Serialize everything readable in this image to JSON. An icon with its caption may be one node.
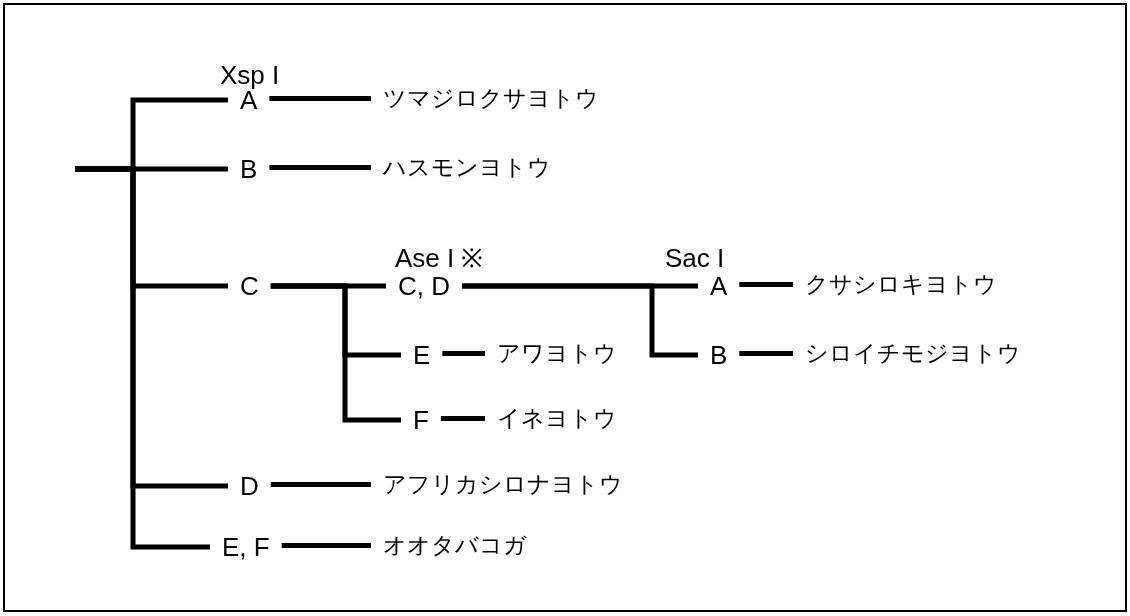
{
  "diagram": {
    "nodes": [
      {
        "text": [
          "A"
        ]
      },
      {
        "text": [
          "ツマジロクサヨトウ"
        ]
      },
      {
        "text": [
          "B"
        ]
      },
      {
        "text": [
          "ハスモンヨトウ"
        ]
      },
      {
        "text": [
          "C"
        ]
      },
      {
        "text": [
          "C, D"
        ]
      },
      {
        "text": [
          "A"
        ]
      },
      {
        "text": [
          "クサシロキヨトウ"
        ]
      },
      {
        "text": [
          "B"
        ]
      },
      {
        "text": [
          "シロイチモジヨトウ"
        ]
      },
      {
        "text": [
          "E"
        ]
      },
      {
        "text": [
          "アワヨトウ"
        ]
      },
      {
        "text": [
          "F"
        ]
      },
      {
        "text": [
          "イネヨトウ"
        ]
      },
      {
        "text": [
          "D"
        ]
      },
      {
        "text": [
          "アフリカシロナヨトウ"
        ]
      },
      {
        "text": [
          "E, F"
        ]
      },
      {
        "text": [
          "オオタバコガ"
        ]
      }
    ],
    "edges": [
      {
        "from": null,
        "to": 0,
        "arrow": "none"
      },
      {
        "from": null,
        "to": 2,
        "arrow": "none"
      },
      {
        "from": null,
        "to": 4,
        "arrow": "none"
      },
      {
        "from": null,
        "to": 14,
        "arrow": "none"
      },
      {
        "from": null,
        "to": 16,
        "arrow": "none"
      },
      {
        "from": 0,
        "to": 1,
        "arrow": "none"
      },
      {
        "from": 2,
        "to": 3,
        "arrow": "none"
      },
      {
        "from": 4,
        "to": 5,
        "arrow": "none"
      },
      {
        "from": 4,
        "to": 10,
        "arrow": "none"
      },
      {
        "from": 4,
        "to": 12,
        "arrow": "none"
      },
      {
        "from": 5,
        "to": 6,
        "arrow": "none"
      },
      {
        "from": 5,
        "to": 8,
        "arrow": "none"
      },
      {
        "from": 6,
        "to": 7,
        "arrow": "none"
      },
      {
        "from": 8,
        "to": 9,
        "arrow": "none"
      },
      {
        "from": 10,
        "to": 11,
        "arrow": "none"
      },
      {
        "from": 12,
        "to": 13,
        "arrow": "none"
      },
      {
        "from": 14,
        "to": 15,
        "arrow": "none"
      },
      {
        "from": 16,
        "to": 17,
        "arrow": "none"
      }
    ],
    "labels": [
      "Xsp I",
      "Ase I ※",
      "Sac I"
    ]
  }
}
